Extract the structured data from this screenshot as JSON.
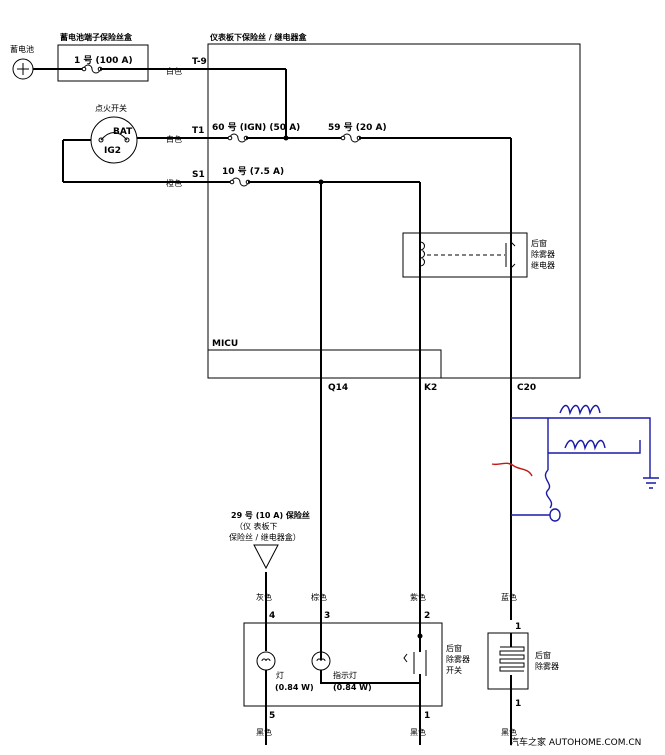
{
  "labels": {
    "battery": "蓄电池",
    "battery_fuse_box": "蓄电池端子保险丝盒",
    "fuse1": "1 号 (100 A)",
    "under_dash_box": "仪表板下保险丝 / 继电器盒",
    "ignition_switch": "点火开关",
    "bat": "BAT",
    "ig2": "IG2",
    "wire_white_1": "白色",
    "wire_white_2": "白色",
    "wire_orange": "橙色",
    "t9": "T-9",
    "t1": "T1",
    "s1": "S1",
    "fuse60": "60 号 (IGN) (50 A)",
    "fuse59": "59 号 (20 A)",
    "fuse10": "10 号 (7.5 A)",
    "relay_line1": "后窗",
    "relay_line2": "除雾器",
    "relay_line3": "继电器",
    "micu": "MICU",
    "q14": "Q14",
    "k2": "K2",
    "c20": "C20",
    "fuse29_line1": "29 号 (10 A) 保险丝",
    "fuse29_line2": "（仪 表板下",
    "fuse29_line3": "保险丝 / 继电器盒）",
    "gray": "灰色",
    "brown": "棕色",
    "purple": "紫色",
    "blue_wire": "蓝色",
    "pin4": "4",
    "pin3": "3",
    "pin2": "2",
    "pin1_def": "1",
    "pin5": "5",
    "pin1_sw": "1",
    "pin1_def_bottom": "1",
    "lamp": "灯",
    "lamp_power": "(0.84 W)",
    "indicator": "指示灯",
    "indicator_power": "(0.84 W)",
    "switch_line1": "后窗",
    "switch_line2": "除雾器",
    "switch_line3": "开关",
    "defogger_line1": "后窗",
    "defogger_line2": "除雾器",
    "black_1": "黑色",
    "black_2": "黑色",
    "black_3": "黑色",
    "watermark": "汽车之家 AUTOHOME.COM.CN"
  }
}
